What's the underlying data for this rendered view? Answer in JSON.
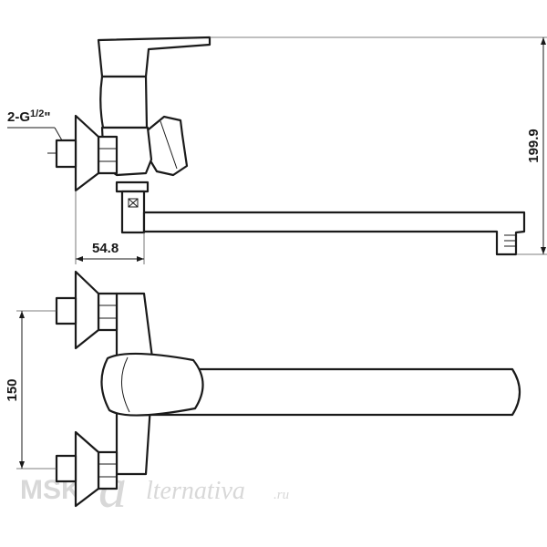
{
  "dimensions": {
    "thread": "2-G",
    "thread_frac": "1/2",
    "thread_quote": "\"",
    "height": "199.9",
    "offset": "54.8",
    "spacing": "150"
  },
  "watermark": {
    "prefix": "MSK-",
    "script": "a",
    "suffix": "lternativa",
    "tld": ".ru"
  }
}
